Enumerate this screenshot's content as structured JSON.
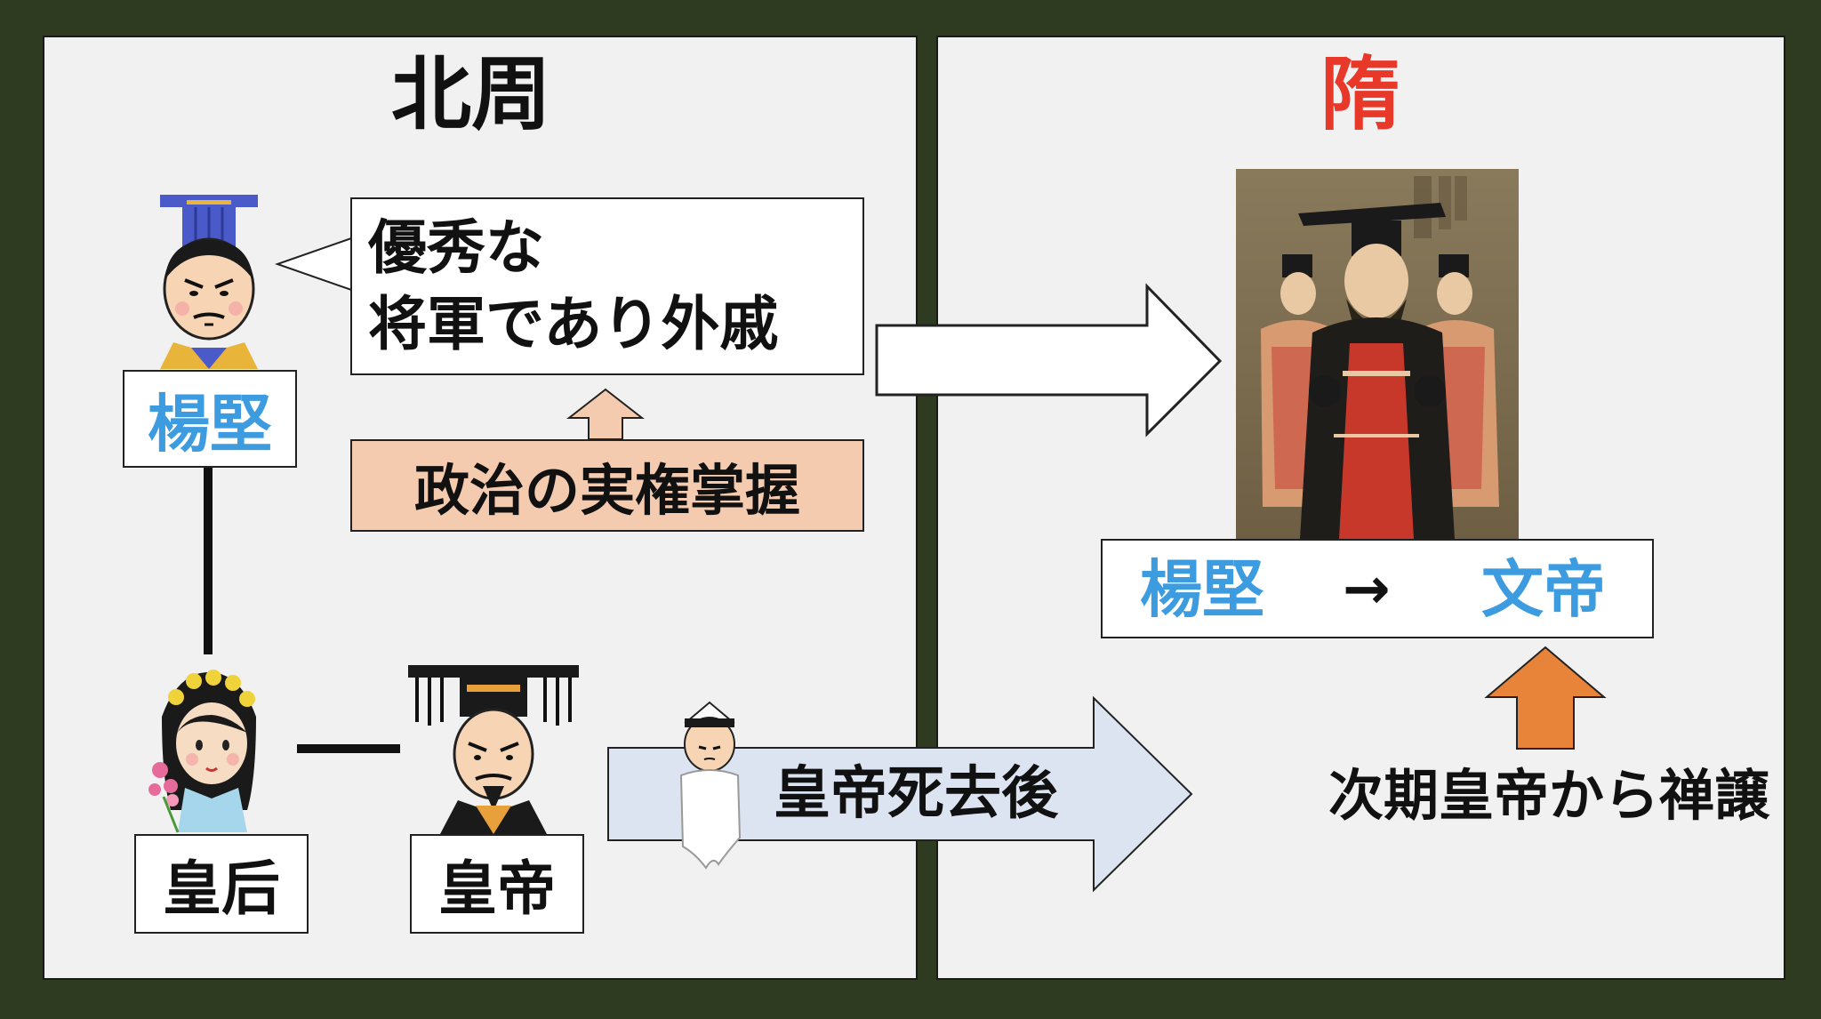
{
  "left_panel": {
    "title": "北周",
    "speech": {
      "line1": "優秀な",
      "line2": "将軍であり外戚"
    },
    "power_label": "政治の実権掌握",
    "yang_jian_label": "楊堅",
    "empress_label": "皇后",
    "emperor_label": "皇帝"
  },
  "middle": {
    "after_death_label": "皇帝死去後"
  },
  "right_panel": {
    "title": "隋",
    "name_from": "楊堅",
    "arrow_symbol": "→",
    "name_to": "文帝",
    "abdication_label": "次期皇帝から禅譲"
  },
  "colors": {
    "background": "#2e3b21",
    "panel": "#f1f1f1",
    "name_blue": "#3d9be0",
    "sui_red": "#e8382a",
    "power_box": "#f5cbb0",
    "orange_arrow": "#e8833a",
    "blue_arrow": "#dce4f2"
  }
}
